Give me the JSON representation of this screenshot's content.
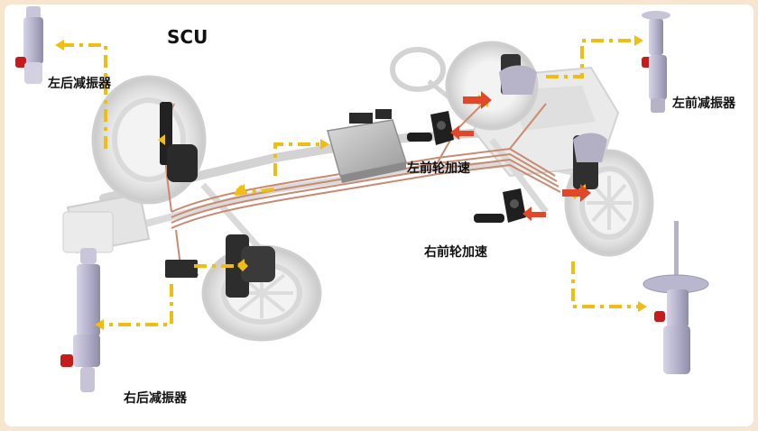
{
  "labels": {
    "scu": "SCU",
    "rear_left_damper": "左后减振器",
    "front_left_damper": "左前减振器",
    "front_left_wheel_accel": "左前轮加速",
    "front_right_wheel_accel": "右前轮加速",
    "rear_right_damper": "右后减振器"
  },
  "colors": {
    "signal_line": "#f2bd11",
    "actuator_arrow": "#e2472a",
    "harness": "#c98a72",
    "chassis": "#d9d9d9",
    "damper_body": "#b9b6cf",
    "damper_cap": "#c51d1d",
    "ecu": "#b8b8b8",
    "sensor": "#1d1d1d"
  }
}
